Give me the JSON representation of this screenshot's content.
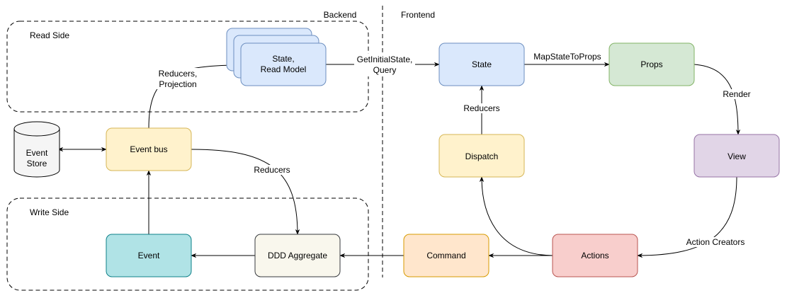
{
  "sections": {
    "backend": "Backend",
    "frontend": "Frontend",
    "read_side": "Read Side",
    "write_side": "Write Side"
  },
  "nodes": {
    "state_read_model": {
      "line1": "State,",
      "line2": "Read Model",
      "color": "#dae8fc",
      "stroke": "#6c8ebf"
    },
    "event_store": {
      "line1": "Event",
      "line2": "Store",
      "color": "#f5f5f5",
      "stroke": "#666666"
    },
    "event_bus": {
      "label": "Event bus",
      "color": "#fff2cc",
      "stroke": "#d6b656"
    },
    "event": {
      "label": "Event",
      "color": "#b0e3e6",
      "stroke": "#0e8088"
    },
    "ddd_aggregate": {
      "label": "DDD Aggregate",
      "color": "#f9f7ed",
      "stroke": "#36393d"
    },
    "command": {
      "label": "Command",
      "color": "#ffe6cc",
      "stroke": "#d79b00"
    },
    "actions": {
      "label": "Actions",
      "color": "#f8cecc",
      "stroke": "#b85450"
    },
    "dispatch": {
      "label": "Dispatch",
      "color": "#fff2cc",
      "stroke": "#d6b656"
    },
    "state": {
      "label": "State",
      "color": "#dae8fc",
      "stroke": "#6c8ebf"
    },
    "props": {
      "label": "Props",
      "color": "#d5e8d4",
      "stroke": "#82b366"
    },
    "view": {
      "label": "View",
      "color": "#e1d5e7",
      "stroke": "#9673a6"
    }
  },
  "edges": {
    "reducers_projection": {
      "line1": "Reducers,",
      "line2": "Projection"
    },
    "get_initial_state": {
      "line1": "GetInitialState,",
      "line2": "Query"
    },
    "map_state_to_props": "MapStateToProps",
    "render": "Render",
    "reducers_frontend": "Reducers",
    "reducers_backend": "Reducers",
    "action_creators": "Action Creators"
  }
}
